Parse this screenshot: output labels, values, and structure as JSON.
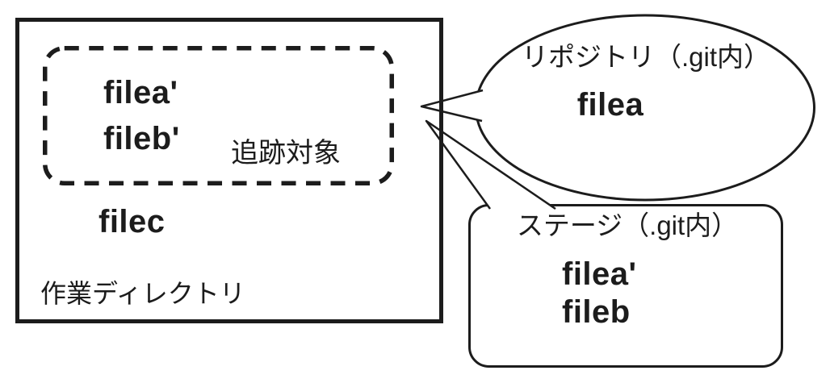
{
  "diagram": {
    "working_directory": {
      "label": "作業ディレクトリ",
      "tracked_group": {
        "label": "追跡対象",
        "files": [
          "filea'",
          "fileb'"
        ]
      },
      "other_files": [
        "filec"
      ]
    },
    "repository_callout": {
      "title": "リポジトリ（.git内）",
      "files": [
        "filea"
      ]
    },
    "stage_callout": {
      "title": "ステージ（.git内）",
      "files": [
        "filea'",
        "fileb"
      ]
    },
    "colors": {
      "ink": "#1c1c1c",
      "background": "#ffffff"
    }
  }
}
